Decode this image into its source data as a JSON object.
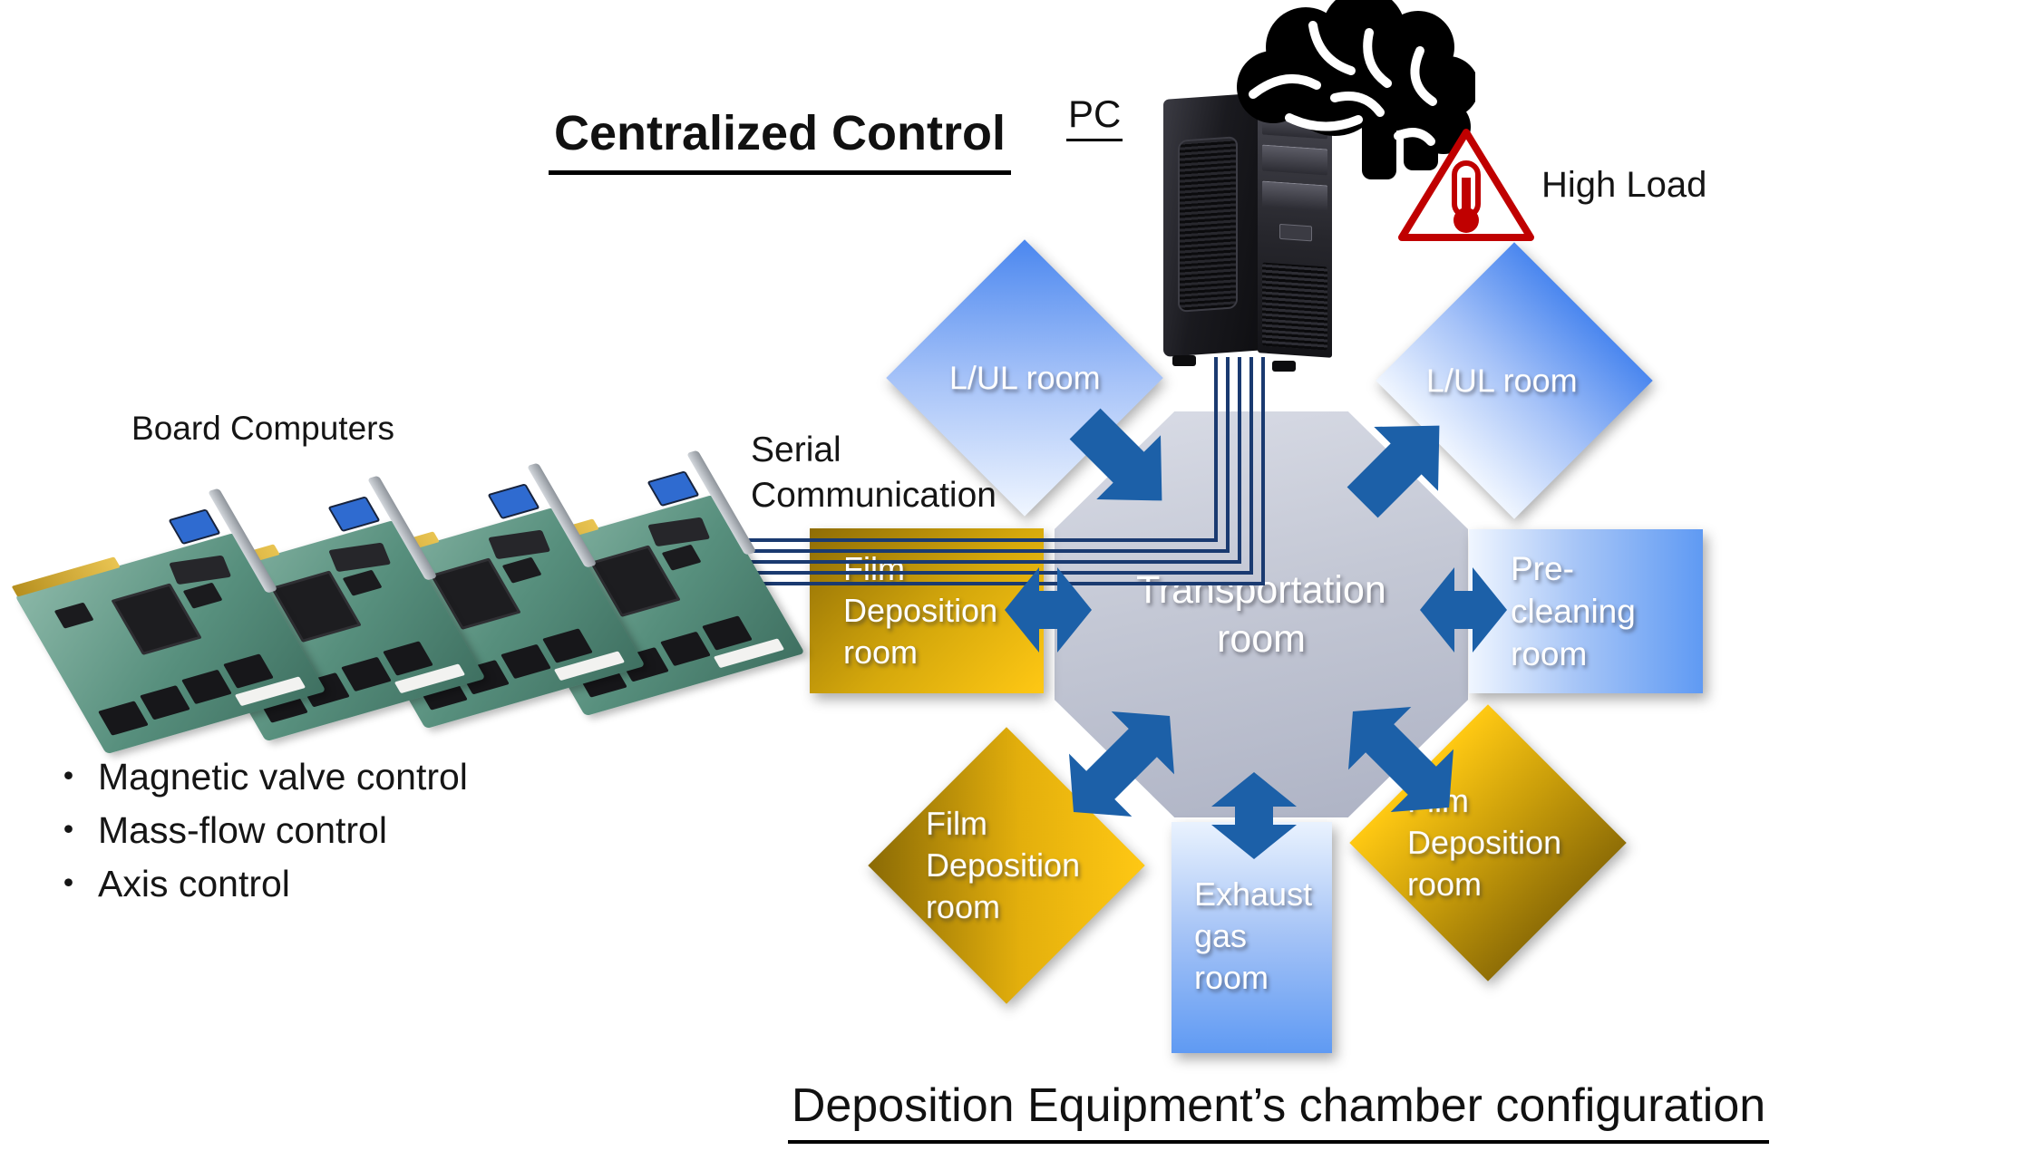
{
  "title": "Centralized Control",
  "pc_label": "PC",
  "high_load_label": "High Load",
  "serial_label": "Serial Communication",
  "bottom_caption": "Deposition Equipment’s chamber configuration",
  "board_computers": {
    "title": "Board Computers",
    "bullet_char": "・",
    "features": [
      "Magnetic valve control",
      "Mass-flow control",
      "Axis control"
    ]
  },
  "rooms": {
    "transport": {
      "label": "Transportation room"
    },
    "lul_left": {
      "label": "L/UL room"
    },
    "lul_right": {
      "label": "L/UL room"
    },
    "film_left": {
      "label": "Film Deposition room"
    },
    "pre_cleaning": {
      "label": "Pre-cleaning room"
    },
    "film_bottom_left": {
      "label": "Film Deposition room"
    },
    "exhaust": {
      "label": "Exhaust gas room"
    },
    "film_bottom_right": {
      "label": "Film Deposition room"
    }
  },
  "colors": {
    "arrow-blue": "#1c60a8",
    "serial-navy": "#1a3a70",
    "room-blue": "#4b87ef",
    "room-blue-light": "#f0f6ff",
    "gold-dark": "#8f6d05",
    "gold-bright": "#ffc814",
    "octagon-light": "#d9dce6",
    "octagon-dark": "#adb2c4",
    "warning-red": "#c00000",
    "pcb-green": "#578f7d"
  }
}
